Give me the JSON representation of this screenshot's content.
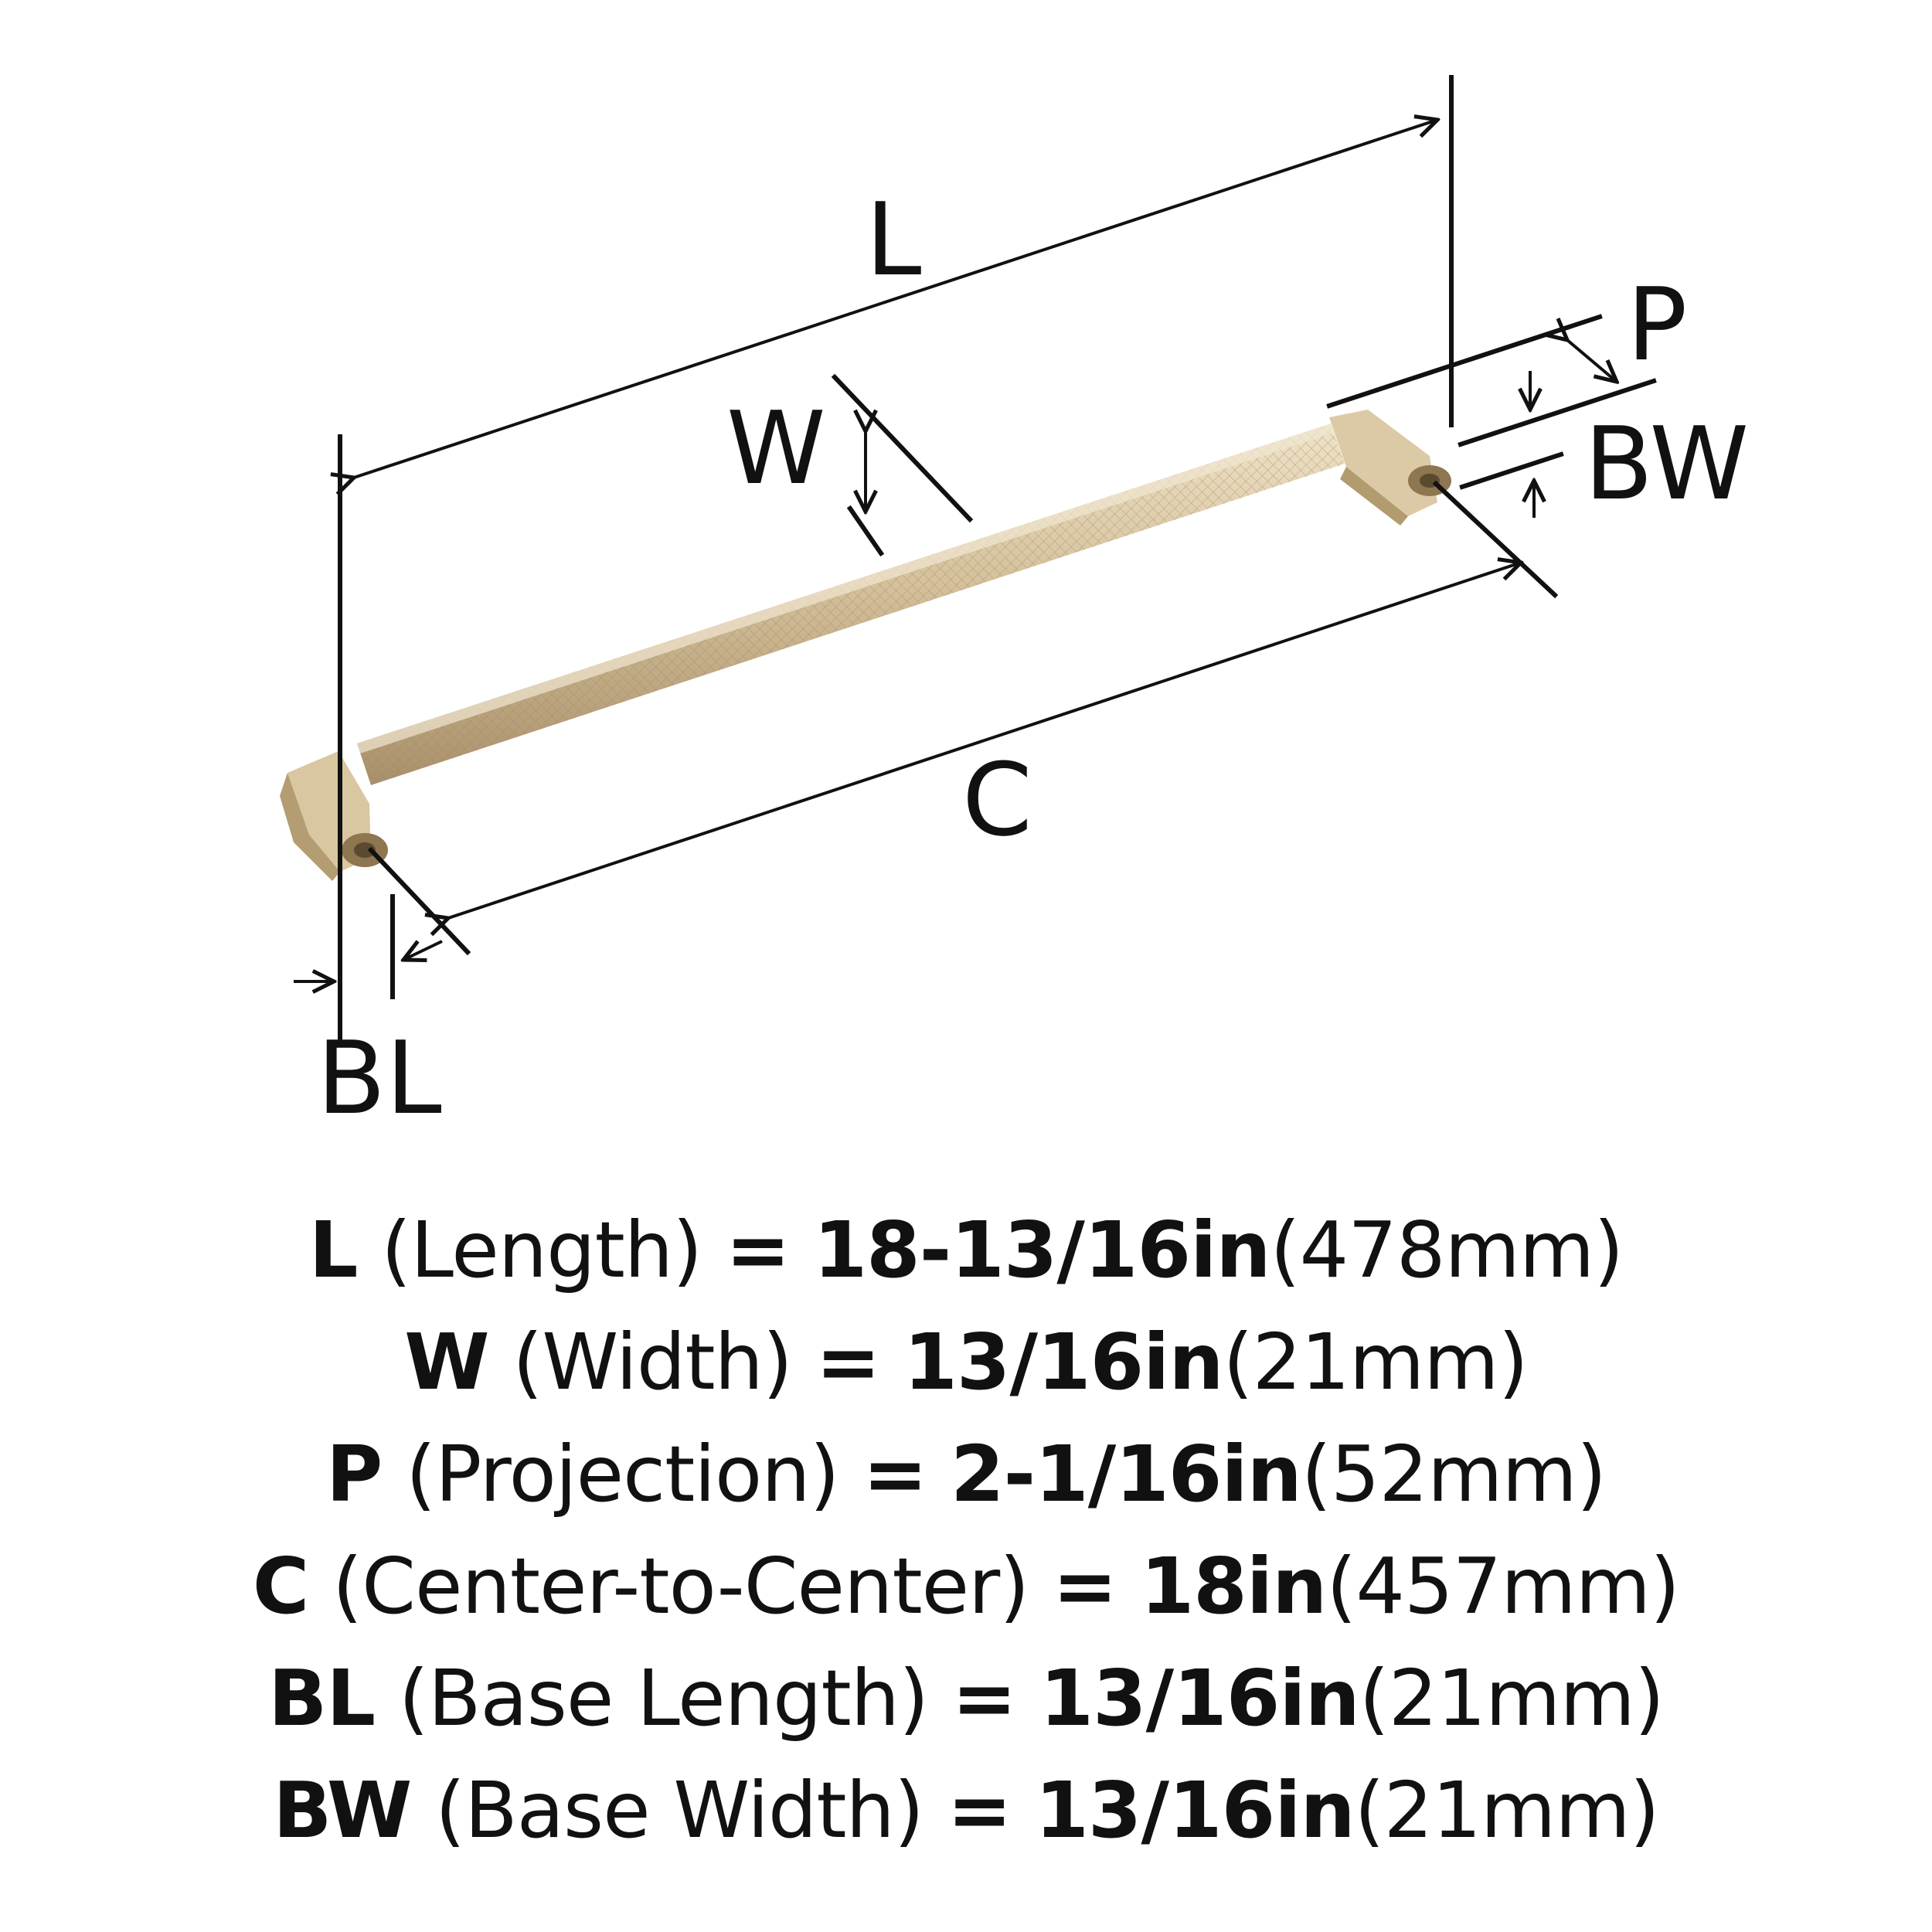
{
  "diagram": {
    "labels": {
      "L": "L",
      "W": "W",
      "P": "P",
      "BW": "BW",
      "C": "C",
      "BL": "BL"
    },
    "colors": {
      "line": "#111111",
      "brass_light": "#e6d6b5",
      "brass_mid": "#cbb58c",
      "brass_dark": "#a78e63",
      "background": "#ffffff"
    }
  },
  "specs": [
    {
      "key": "L",
      "name": "(Length)",
      "eq": "=",
      "imperial": "18-13/16in",
      "metric": "(478mm)"
    },
    {
      "key": "W",
      "name": "(Width)",
      "eq": "=",
      "imperial": "13/16in",
      "metric": "(21mm)"
    },
    {
      "key": "P",
      "name": "(Projection)",
      "eq": "=",
      "imperial": "2-1/16in",
      "metric": "(52mm)"
    },
    {
      "key": "C",
      "name": "(Center-to-Center)",
      "eq": "=",
      "imperial": "18in",
      "metric": "(457mm)"
    },
    {
      "key": "BL",
      "name": "(Base Length)",
      "eq": "=",
      "imperial": "13/16in",
      "metric": "(21mm)"
    },
    {
      "key": "BW",
      "name": "(Base Width)",
      "eq": "=",
      "imperial": "13/16in",
      "metric": "(21mm)"
    }
  ]
}
